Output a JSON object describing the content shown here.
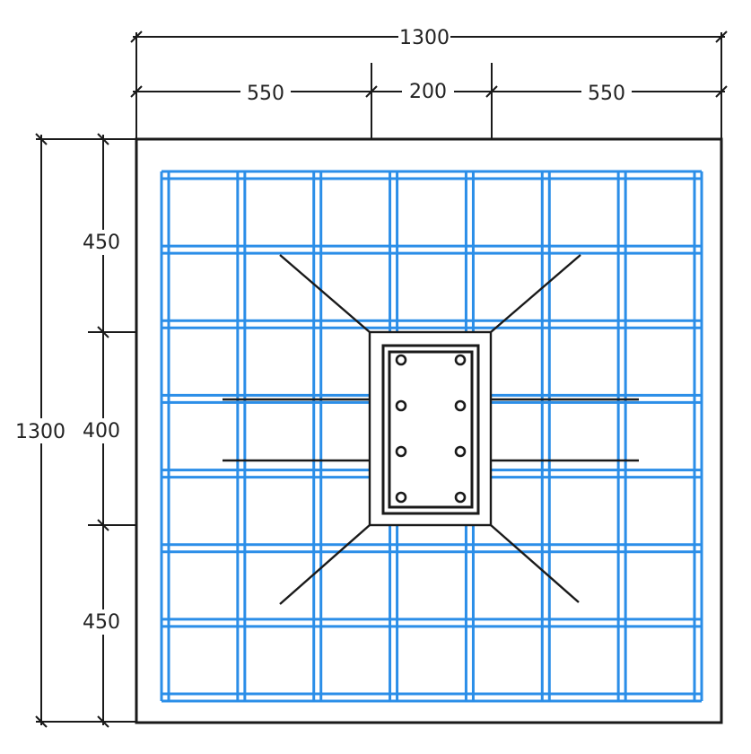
{
  "dimensions": {
    "top_total": "1300",
    "top_left": "550",
    "top_mid": "200",
    "top_right": "550",
    "left_total": "1300",
    "left_top": "450",
    "left_mid": "400",
    "left_bottom": "450"
  },
  "colors": {
    "rebar": "#2b8ee8",
    "ink": "#1a1a1a"
  },
  "rebar_grid": {
    "vertical_bar_count": 8,
    "horizontal_bar_count": 8
  },
  "column": {
    "longitudinal_bar_count": 8
  }
}
